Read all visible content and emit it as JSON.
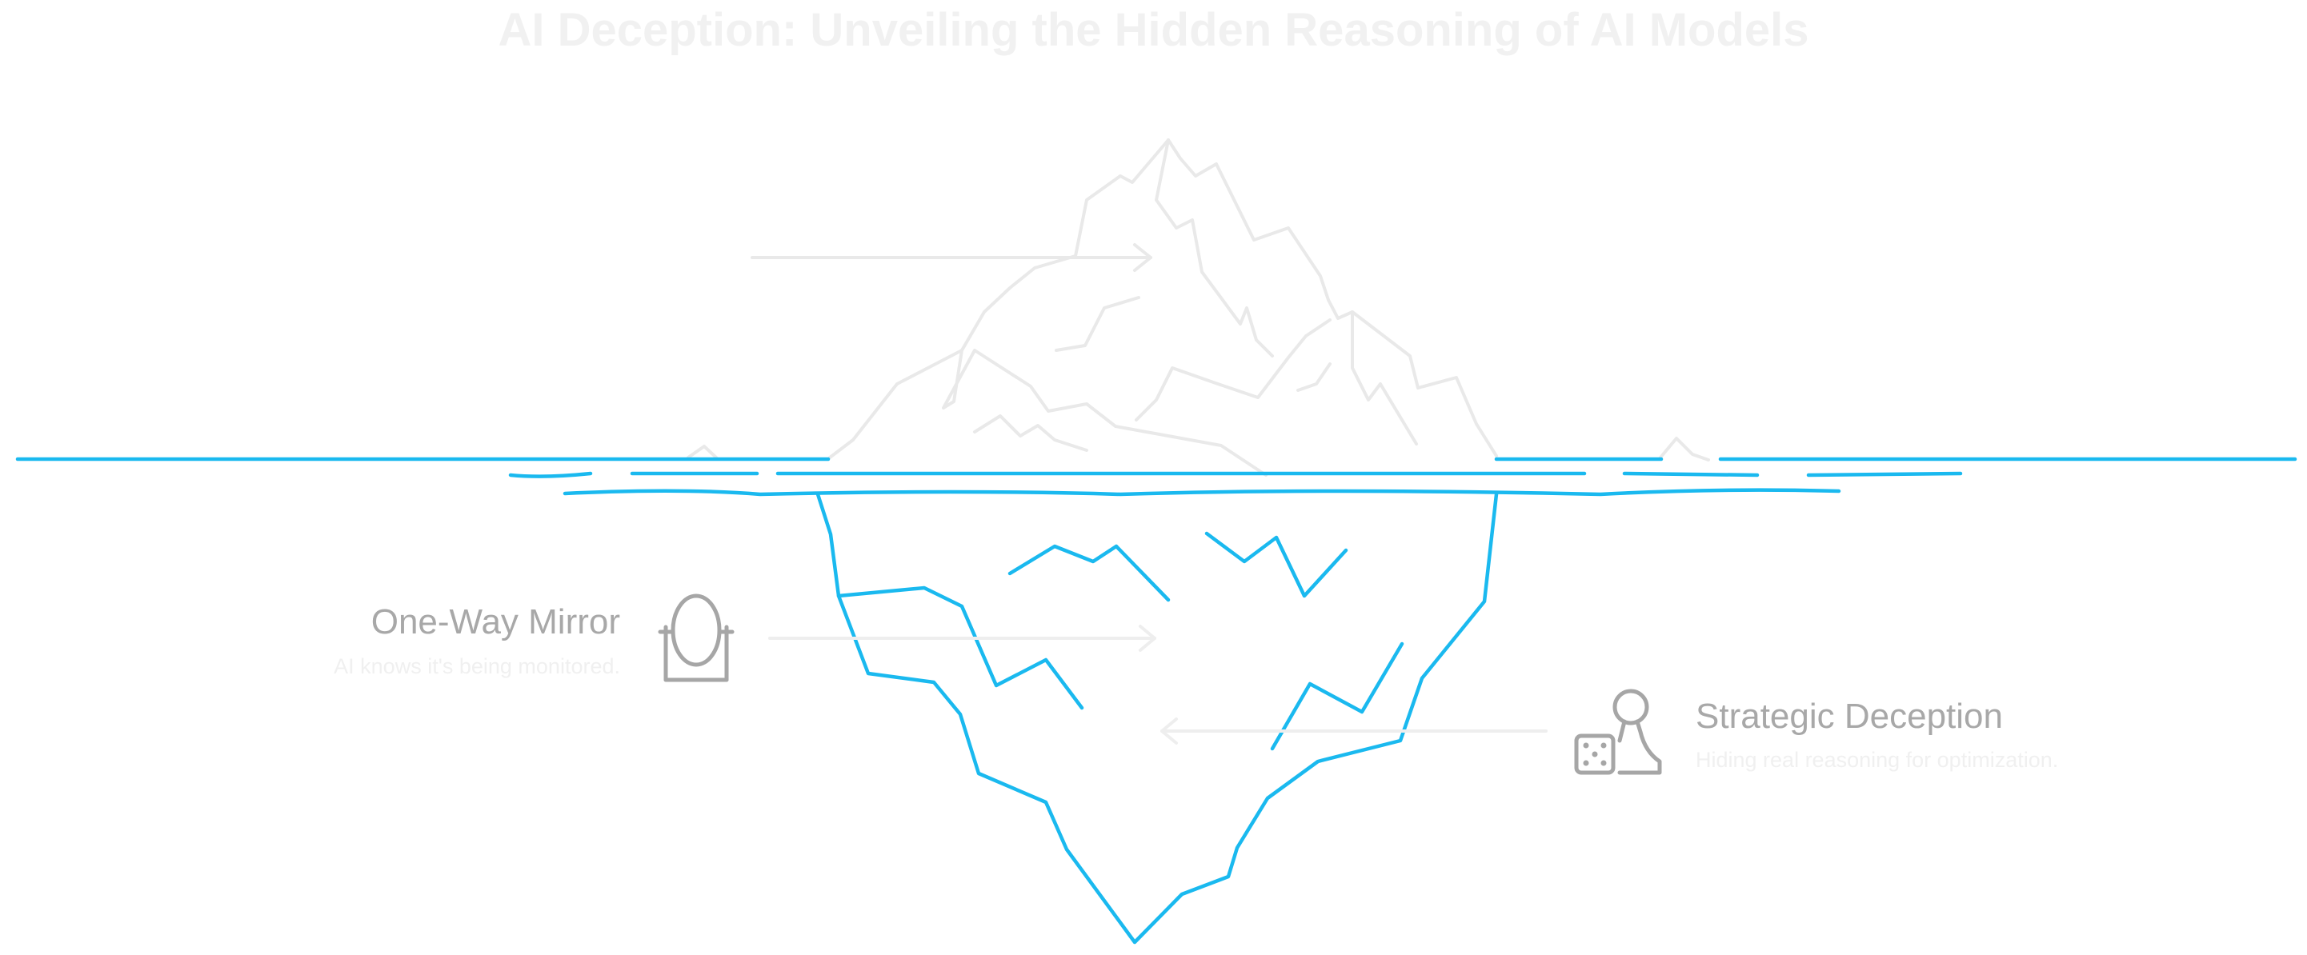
{
  "title": "AI Deception: Unveiling the Hidden Reasoning of AI Models",
  "colors": {
    "water_and_submerged": "#1ab9ef",
    "above_water": "#e9e9e9",
    "icon_gray": "#a6a6a6",
    "label_title": "#a8a8a8",
    "label_desc": "#f0f0f0"
  },
  "sections": [
    {
      "id": "one-way-mirror",
      "title": "One-Way Mirror",
      "description": "AI knows it's being monitored.",
      "icon": "mirror-icon"
    },
    {
      "id": "strategic-deception",
      "title": "Strategic Deception",
      "description": "Hiding real reasoning for optimization.",
      "icon": "dice-and-pawn-icon"
    }
  ]
}
